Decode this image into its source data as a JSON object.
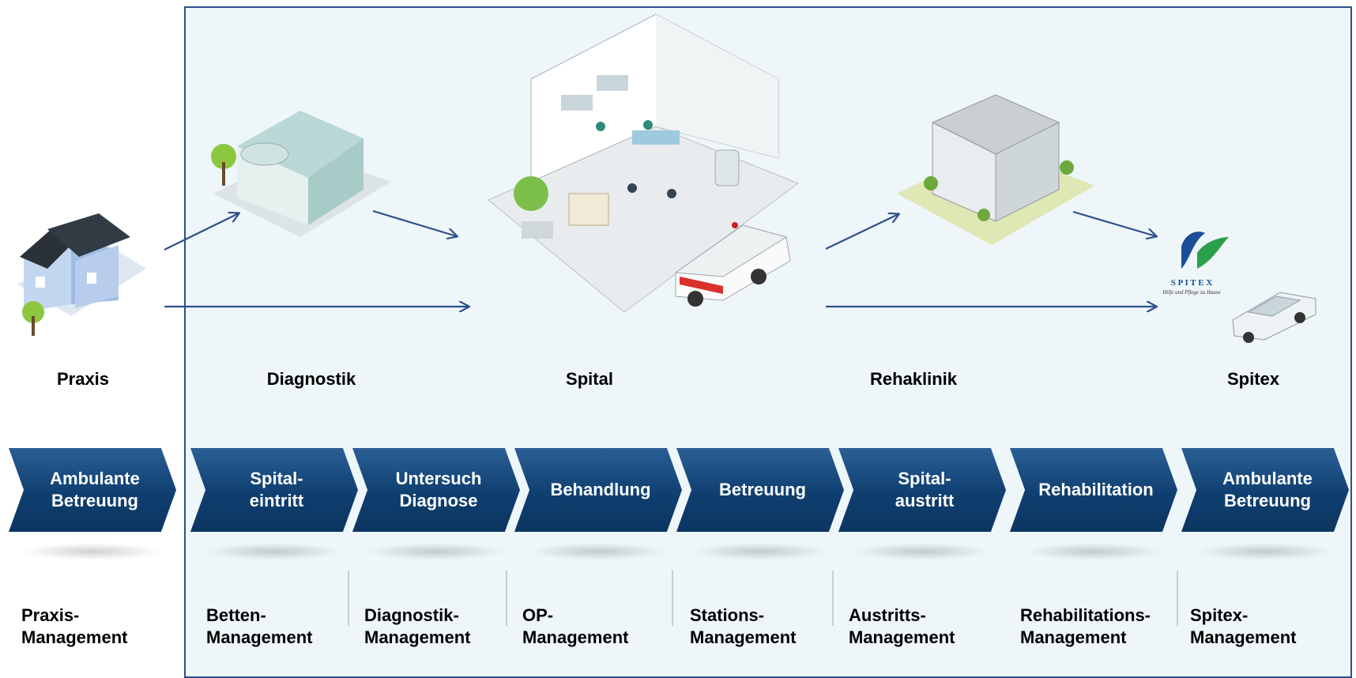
{
  "places": [
    {
      "id": "praxis",
      "label": "Praxis"
    },
    {
      "id": "diagnostik",
      "label": "Diagnostik"
    },
    {
      "id": "spital",
      "label": "Spital"
    },
    {
      "id": "rehaklinik",
      "label": "Rehaklinik"
    },
    {
      "id": "spitex",
      "label": "Spitex"
    }
  ],
  "process_steps": [
    {
      "label": "Ambulante\nBetreuung"
    },
    {
      "label": "Spital-\neintritt"
    },
    {
      "label": "Untersuch\nDiagnose"
    },
    {
      "label": "Behandlung"
    },
    {
      "label": "Betreuung"
    },
    {
      "label": "Spital-\naustritt"
    },
    {
      "label": "Rehabilitation"
    },
    {
      "label": "Ambulante\nBetreuung"
    }
  ],
  "management": [
    {
      "label": "Praxis-\nManagement"
    },
    {
      "label": "Betten-\nManagement"
    },
    {
      "label": "Diagnostik-\nManagement"
    },
    {
      "label": "OP-\nManagement"
    },
    {
      "label": "Stations-\nManagement"
    },
    {
      "label": "Austritts-\nManagement"
    },
    {
      "label": "Rehabilitations-\nManagement"
    },
    {
      "label": "Spitex-\nManagement"
    }
  ],
  "spitex_logo": {
    "wordmark": "S P I T E X",
    "tagline": "Hilfe und Pflege zu Hause"
  },
  "colors": {
    "panel_bg": "#eef6fa",
    "border": "#2f4f8a",
    "chevron": "#0f3f70",
    "arrow": "#2f4f8a"
  },
  "icons": [
    "house-icon",
    "diagnostics-building-icon",
    "hospital-cutaway-icon",
    "ambulance-icon",
    "rehab-clinic-icon",
    "spitex-logo",
    "car-icon"
  ]
}
